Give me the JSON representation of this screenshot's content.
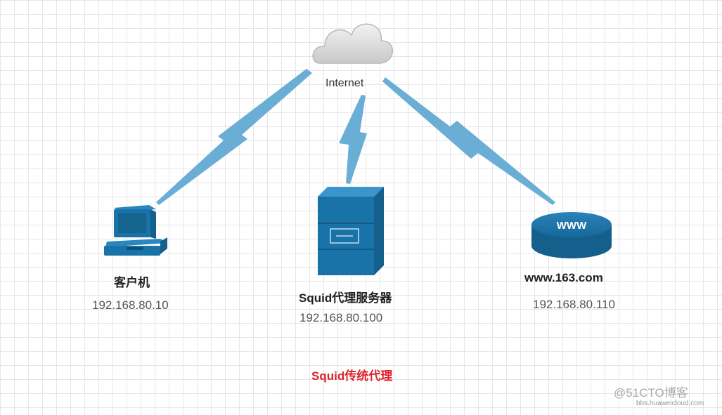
{
  "cloud": {
    "label": "Internet"
  },
  "client": {
    "name": "客户机",
    "ip": "192.168.80.10"
  },
  "proxy": {
    "name": "Squid代理服务器",
    "ip": "192.168.80.100"
  },
  "web": {
    "name": "www.163.com",
    "ip": "192.168.80.110",
    "badge": "WWW"
  },
  "caption": {
    "text": "Squid传统代理",
    "color": "#e0202a"
  },
  "watermark": {
    "main": "@51CTO博客",
    "sub": "bbs.huaweicloud.com"
  },
  "colors": {
    "device": "#1a73a8",
    "link": "#6aaed6"
  }
}
